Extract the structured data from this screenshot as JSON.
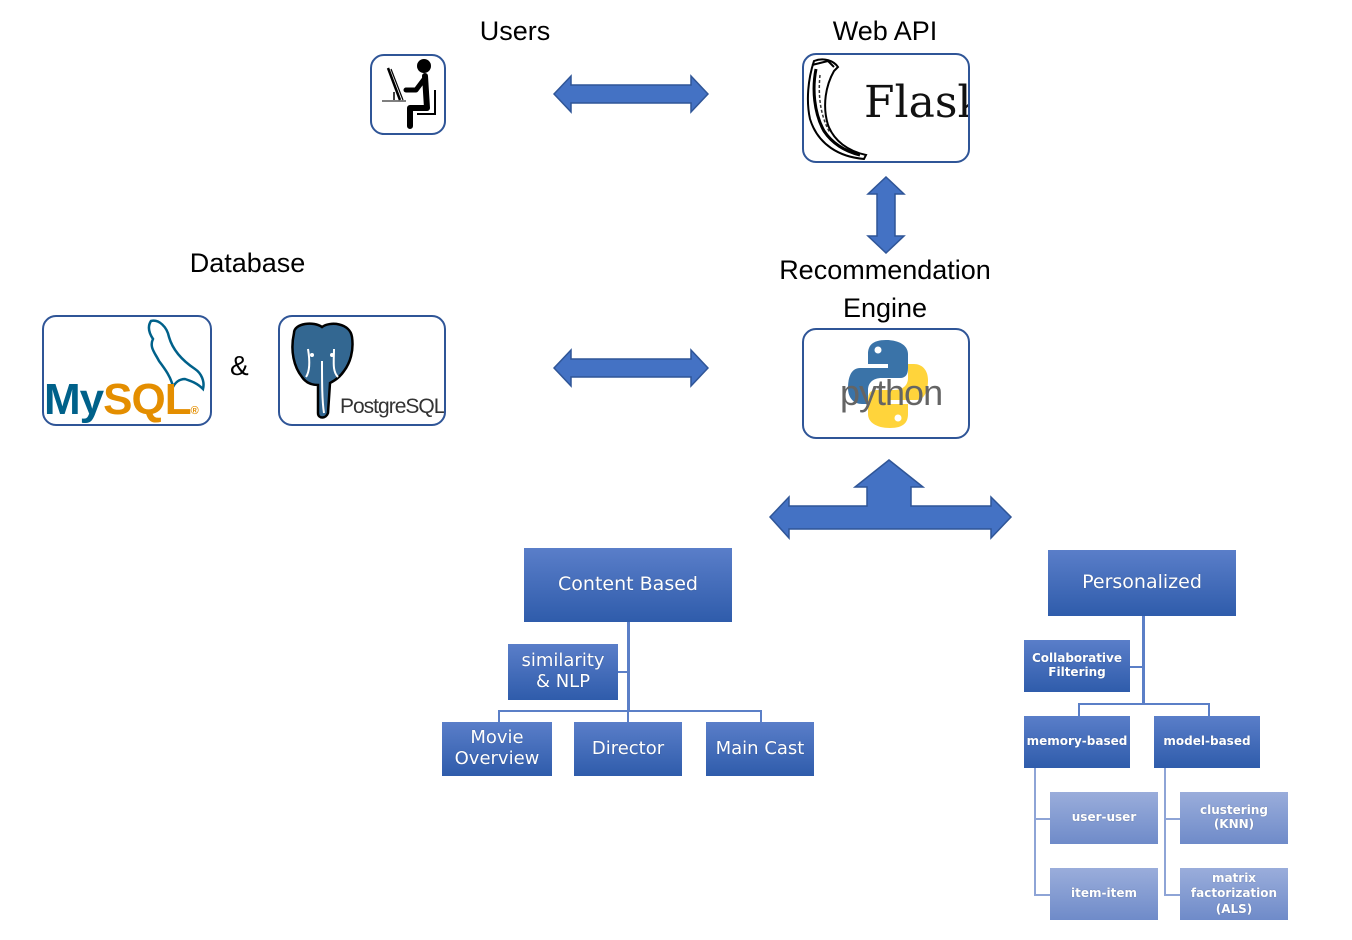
{
  "labels": {
    "users": "Users",
    "web_api": "Web API",
    "database": "Database",
    "engine_line1": "Recommendation",
    "engine_line2": "Engine",
    "ampersand": "&"
  },
  "logos": {
    "flask": "Flask",
    "mysql_my": "My",
    "mysql_sql": "SQL",
    "mysql_reg": "®",
    "postgres": "PostgreSQL",
    "python": "python"
  },
  "colors": {
    "arrow_fill": "#4472c4",
    "arrow_stroke": "#2f5597",
    "box_border": "#2f5597",
    "node_dark": "#3a65b5",
    "node_light": "#8299d0",
    "mysql_blue": "#00618a",
    "mysql_orange": "#e48e00",
    "postgres_blue": "#336791",
    "python_blue": "#3a73a8",
    "python_yellow": "#ffd43b"
  },
  "content_based": {
    "title": "Content Based",
    "method": "similarity & NLP",
    "method_line1": "similarity",
    "method_line2": "& NLP",
    "features": [
      {
        "line1": "Movie",
        "line2": "Overview"
      },
      {
        "line1": "Director"
      },
      {
        "line1": "Main Cast"
      }
    ]
  },
  "personalized": {
    "title": "Personalized",
    "method_line1": "Collaborative",
    "method_line2": "Filtering",
    "branches": [
      {
        "label": "memory-based",
        "children": [
          {
            "line1": "user-user"
          },
          {
            "line1": "item-item"
          }
        ]
      },
      {
        "label": "model-based",
        "children": [
          {
            "line1": "clustering (KNN)"
          },
          {
            "line1": "matrix",
            "line2": "factorization",
            "line3": "(ALS)"
          }
        ]
      }
    ]
  }
}
